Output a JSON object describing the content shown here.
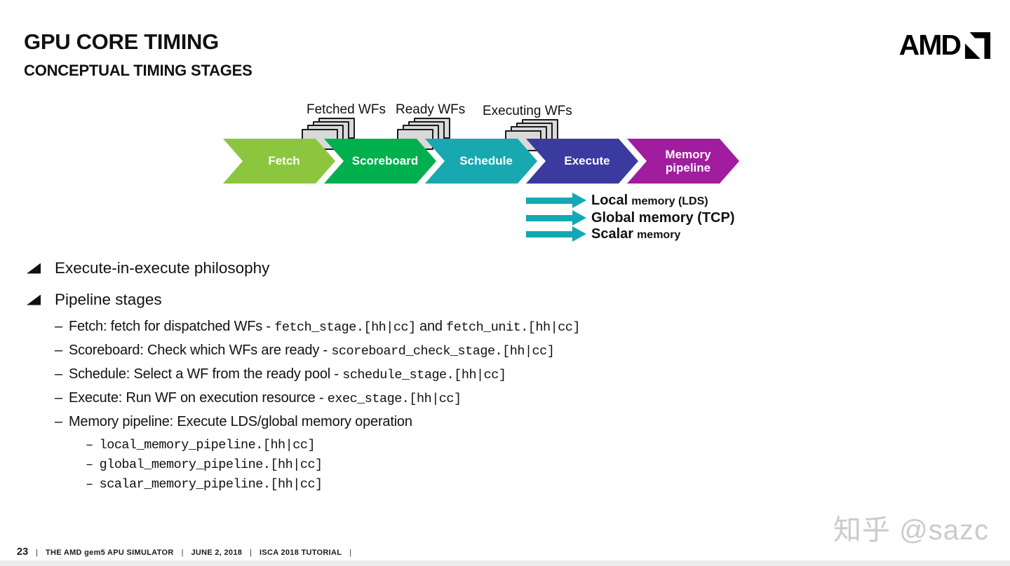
{
  "header": {
    "title": "GPU CORE TIMING",
    "subtitle": "CONCEPTUAL TIMING STAGES",
    "logo_text": "AMD"
  },
  "pipeline": {
    "wf_labels": [
      "Fetched WFs",
      "Ready WFs",
      "Executing WFs"
    ],
    "stages": [
      {
        "label": "Fetch",
        "color": "#8CC63F"
      },
      {
        "label": "Scoreboard",
        "color": "#00AF4D"
      },
      {
        "label": "Schedule",
        "color": "#17A8B0"
      },
      {
        "label": "Execute",
        "color": "#3B3A9F"
      },
      {
        "label": "Memory pipeline",
        "color": "#A11C9F"
      }
    ],
    "arrow_color": "#14A8B4",
    "memory_targets": [
      {
        "main": "Local",
        "rest": "memory (LDS)"
      },
      {
        "main": "Global memory (TCP)",
        "rest": ""
      },
      {
        "main": "Scalar",
        "rest": "memory"
      }
    ]
  },
  "bullets": {
    "dash": "–",
    "level1": [
      "Execute-in-execute philosophy",
      "Pipeline stages"
    ],
    "level2": [
      {
        "text": "Fetch: fetch for dispatched WFs - ",
        "code1": "fetch_stage.[hh|cc]",
        "mid": " and ",
        "code2": "fetch_unit.[hh|cc]"
      },
      {
        "text": "Scoreboard: Check which WFs are ready - ",
        "code1": "scoreboard_check_stage.[hh|cc]",
        "mid": "",
        "code2": ""
      },
      {
        "text": "Schedule: Select a WF from the ready pool - ",
        "code1": "schedule_stage.[hh|cc]",
        "mid": "",
        "code2": ""
      },
      {
        "text": "Execute: Run WF on execution resource - ",
        "code1": "exec_stage.[hh|cc]",
        "mid": "",
        "code2": ""
      },
      {
        "text": "Memory pipeline: Execute LDS/global memory operation",
        "code1": "",
        "mid": "",
        "code2": ""
      }
    ],
    "level3": [
      "local_memory_pipeline.[hh|cc]",
      "global_memory_pipeline.[hh|cc]",
      "scalar_memory_pipeline.[hh|cc]"
    ]
  },
  "footer": {
    "page": "23",
    "sep": "|",
    "items": [
      "THE AMD gem5 APU SIMULATOR",
      "JUNE 2, 2018",
      "ISCA 2018 TUTORIAL"
    ]
  },
  "watermark": "知乎 @sazc"
}
